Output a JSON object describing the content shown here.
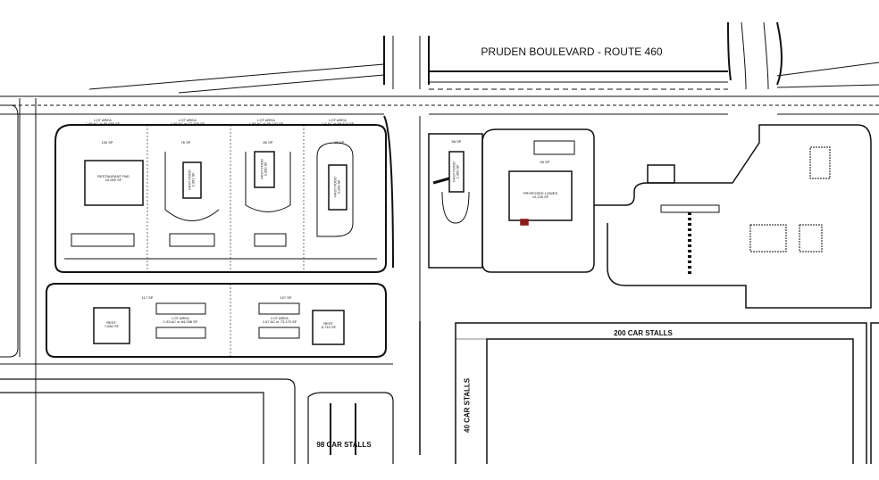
{
  "road_label": "PRUDEN BOULEVARD - ROUTE 460",
  "top_lots": [
    {
      "lot_label": "LOT AREA",
      "lot_size": "1.99 AC or 86,686 SF",
      "spaces": "130 SP",
      "building": "RESTAURANT PAD",
      "building_size": "10,000 SF"
    },
    {
      "lot_label": "LOT AREA",
      "lot_size": "1.66 AC or 72,609 SF",
      "spaces": "76 SP",
      "building": "FAST FOOD",
      "building_size": "2,361 SF"
    },
    {
      "lot_label": "LOT AREA",
      "lot_size": "1.58 AC or 69,247 SF",
      "spaces": "80 SP",
      "building": "FAST FOOD",
      "building_size": "3,300 SF"
    },
    {
      "lot_label": "LOT AREA",
      "lot_size": "1.6 AC or 69,624 SF",
      "spaces": "80 SP",
      "building": "FAST FOOD",
      "building_size": "3,100 SF"
    }
  ],
  "bottom_lots": [
    {
      "spaces": "117 SP",
      "building": "REST.",
      "building_size": "7,660 SF",
      "lot_label": "LOT AREA",
      "lot_size": "1.93 AC or 84,058 SF"
    },
    {
      "spaces": "107 SP",
      "building": "REST.",
      "building_size": "6,710 SF",
      "lot_label": "LOT AREA",
      "lot_size": "1.67 AC or 73,170 SF"
    }
  ],
  "east_fast_food": {
    "spaces": "58 SP",
    "building": "FAST FOOD",
    "building_size": "2,300 SF"
  },
  "lowes": {
    "spaces": "55 SP",
    "building": "PROPOSED LOWES",
    "building_size": "10,226 SF"
  },
  "stalls": {
    "main": "200 CAR STALLS",
    "side": "40 CAR STALLS",
    "southwest": "98 CAR STALLS"
  },
  "colors": {
    "line": "#111111",
    "accent": "#8b1a1a"
  }
}
